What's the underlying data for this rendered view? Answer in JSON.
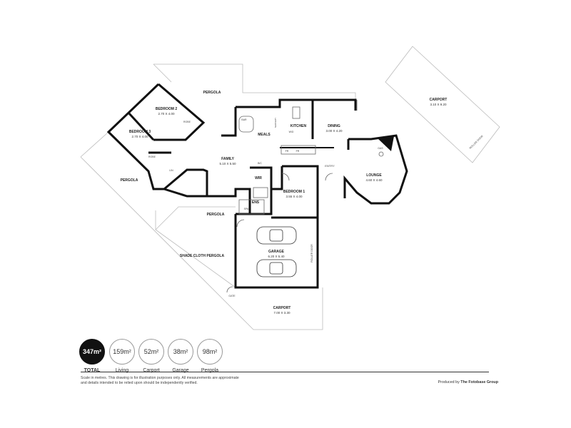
{
  "plan": {
    "rooms": {
      "bedroom2": {
        "name": "BEDROOM 2",
        "dim": "2.70 X 4.00"
      },
      "bedroom3": {
        "name": "BEDROOM 3",
        "dim": "2.70 X 4.00"
      },
      "family": {
        "name": "FAMILY",
        "dim": "5.10 X 5.50"
      },
      "meals": {
        "name": "MEALS"
      },
      "kitchen": {
        "name": "KITCHEN"
      },
      "dining": {
        "name": "DINING",
        "dim": "3.00 X 4.20"
      },
      "lounge": {
        "name": "LOUNGE",
        "dim": "4.60 X 4.60"
      },
      "bedroom1": {
        "name": "BEDROOM 1",
        "dim": "3.55 X 4.00"
      },
      "garage": {
        "name": "GARAGE",
        "dim": "6.20 X 5.40"
      },
      "carport_front": {
        "name": "CARPORT",
        "dim": "7.00 X 3.30"
      },
      "carport_side": {
        "name": "CARPORT",
        "dim": "3.10 X 9.20"
      },
      "pergola_top": {
        "name": "PERGOLA"
      },
      "pergola_left": {
        "name": "PERGOLA"
      },
      "pergola_mid": {
        "name": "PERGOLA"
      },
      "shade_cloth": {
        "name": "SHADE CLOTH PERGOLA"
      },
      "ens": {
        "name": "ENS"
      },
      "wir": {
        "name": "WIR"
      },
      "entry": {
        "name": "ENTRY"
      }
    },
    "small_labels": {
      "robe1": "ROBE",
      "robe2": "ROBE",
      "lin": "LIN",
      "bar": "BAR",
      "wd": "W/D",
      "gas": "GAS",
      "fr1": "FR",
      "fr2": "FR",
      "bic": "B/C",
      "spa": "SPA",
      "gate": "GATE",
      "roller_door": "ROLLER DOOR",
      "roller_door_carport": "ROLLER DOOR",
      "servery": "SERVERY"
    }
  },
  "stats": [
    {
      "value": "347m²",
      "label": "TOTAL",
      "highlight": true
    },
    {
      "value": "159m²",
      "label": "Living",
      "highlight": false
    },
    {
      "value": "52m²",
      "label": "Carport",
      "highlight": false
    },
    {
      "value": "38m²",
      "label": "Garage",
      "highlight": false
    },
    {
      "value": "98m²",
      "label": "Pergola",
      "highlight": false
    }
  ],
  "footer": {
    "disclaimer": "Scale in metres. This drawing is for illustration purposes only. All measurements are approximate and details intended to be relied upon should be independently verified.",
    "credit_prefix": "Produced by",
    "credit_name": "The Fotobase Group"
  }
}
